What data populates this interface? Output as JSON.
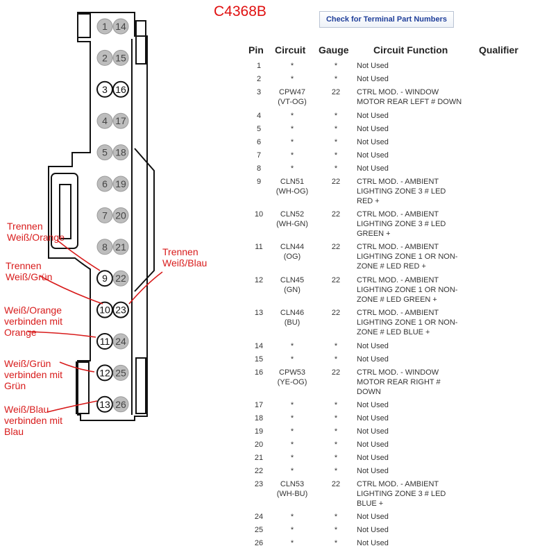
{
  "connector": {
    "id": "C4368B"
  },
  "button": {
    "label": "Check for Terminal Part Numbers"
  },
  "table": {
    "headers": [
      "Pin",
      "Circuit",
      "Gauge",
      "Circuit Function",
      "Qualifier"
    ],
    "rows": [
      {
        "pin": "1",
        "circuit": [
          "*"
        ],
        "gauge": "*",
        "function": [
          "Not Used"
        ]
      },
      {
        "pin": "2",
        "circuit": [
          "*"
        ],
        "gauge": "*",
        "function": [
          "Not Used"
        ]
      },
      {
        "pin": "3",
        "circuit": [
          "CPW47",
          "(VT-OG)"
        ],
        "gauge": "22",
        "function": [
          "CTRL MOD. - WINDOW",
          "MOTOR REAR LEFT # DOWN"
        ]
      },
      {
        "pin": "4",
        "circuit": [
          "*"
        ],
        "gauge": "*",
        "function": [
          "Not Used"
        ]
      },
      {
        "pin": "5",
        "circuit": [
          "*"
        ],
        "gauge": "*",
        "function": [
          "Not Used"
        ]
      },
      {
        "pin": "6",
        "circuit": [
          "*"
        ],
        "gauge": "*",
        "function": [
          "Not Used"
        ]
      },
      {
        "pin": "7",
        "circuit": [
          "*"
        ],
        "gauge": "*",
        "function": [
          "Not Used"
        ]
      },
      {
        "pin": "8",
        "circuit": [
          "*"
        ],
        "gauge": "*",
        "function": [
          "Not Used"
        ]
      },
      {
        "pin": "9",
        "circuit": [
          "CLN51",
          "(WH-OG)"
        ],
        "gauge": "22",
        "function": [
          "CTRL MOD. - AMBIENT",
          "LIGHTING ZONE 3 # LED",
          "RED +"
        ]
      },
      {
        "pin": "10",
        "circuit": [
          "CLN52",
          "(WH-GN)"
        ],
        "gauge": "22",
        "function": [
          "CTRL MOD. - AMBIENT",
          "LIGHTING ZONE 3 # LED",
          "GREEN +"
        ]
      },
      {
        "pin": "11",
        "circuit": [
          "CLN44",
          "(OG)"
        ],
        "gauge": "22",
        "function": [
          "CTRL MOD. - AMBIENT",
          "LIGHTING ZONE 1 OR NON-",
          "ZONE # LED RED +"
        ]
      },
      {
        "pin": "12",
        "circuit": [
          "CLN45",
          "(GN)"
        ],
        "gauge": "22",
        "function": [
          "CTRL MOD. - AMBIENT",
          "LIGHTING ZONE 1 OR NON-",
          "ZONE # LED GREEN +"
        ]
      },
      {
        "pin": "13",
        "circuit": [
          "CLN46",
          "(BU)"
        ],
        "gauge": "22",
        "function": [
          "CTRL MOD. - AMBIENT",
          "LIGHTING ZONE 1 OR NON-",
          "ZONE # LED BLUE +"
        ]
      },
      {
        "pin": "14",
        "circuit": [
          "*"
        ],
        "gauge": "*",
        "function": [
          "Not Used"
        ]
      },
      {
        "pin": "15",
        "circuit": [
          "*"
        ],
        "gauge": "*",
        "function": [
          "Not Used"
        ]
      },
      {
        "pin": "16",
        "circuit": [
          "CPW53",
          "(YE-OG)"
        ],
        "gauge": "22",
        "function": [
          "CTRL MOD. - WINDOW",
          "MOTOR REAR RIGHT #",
          "DOWN"
        ]
      },
      {
        "pin": "17",
        "circuit": [
          "*"
        ],
        "gauge": "*",
        "function": [
          "Not Used"
        ]
      },
      {
        "pin": "18",
        "circuit": [
          "*"
        ],
        "gauge": "*",
        "function": [
          "Not Used"
        ]
      },
      {
        "pin": "19",
        "circuit": [
          "*"
        ],
        "gauge": "*",
        "function": [
          "Not Used"
        ]
      },
      {
        "pin": "20",
        "circuit": [
          "*"
        ],
        "gauge": "*",
        "function": [
          "Not Used"
        ]
      },
      {
        "pin": "21",
        "circuit": [
          "*"
        ],
        "gauge": "*",
        "function": [
          "Not Used"
        ]
      },
      {
        "pin": "22",
        "circuit": [
          "*"
        ],
        "gauge": "*",
        "function": [
          "Not Used"
        ]
      },
      {
        "pin": "23",
        "circuit": [
          "CLN53",
          "(WH-BU)"
        ],
        "gauge": "22",
        "function": [
          "CTRL MOD. - AMBIENT",
          "LIGHTING ZONE 3 # LED",
          "BLUE +"
        ]
      },
      {
        "pin": "24",
        "circuit": [
          "*"
        ],
        "gauge": "*",
        "function": [
          "Not Used"
        ]
      },
      {
        "pin": "25",
        "circuit": [
          "*"
        ],
        "gauge": "*",
        "function": [
          "Not Used"
        ]
      },
      {
        "pin": "26",
        "circuit": [
          "*"
        ],
        "gauge": "*",
        "function": [
          "Not Used"
        ]
      }
    ]
  },
  "diagram": {
    "left_pins": [
      "1",
      "2",
      "3",
      "4",
      "5",
      "6",
      "7",
      "8",
      "9",
      "10",
      "11",
      "12",
      "13"
    ],
    "right_pins": [
      "14",
      "15",
      "16",
      "17",
      "18",
      "19",
      "20",
      "21",
      "22",
      "23",
      "24",
      "25",
      "26"
    ],
    "used_pins": [
      "3",
      "9",
      "10",
      "11",
      "12",
      "13",
      "16",
      "23"
    ],
    "colors": {
      "annotation": "#d81b1b",
      "pin_unused": "#bdbdbd",
      "outline": "#111111"
    }
  },
  "annotations": [
    {
      "id": "trennen-wo",
      "text": "Trennen\nWeiß/Orange"
    },
    {
      "id": "trennen-wg",
      "text": "Trennen\nWeiß/Grün"
    },
    {
      "id": "trennen-wb",
      "text": "Trennen\nWeiß/Blau"
    },
    {
      "id": "wo-orange",
      "text": "Weiß/Orange\nverbinden mit\nOrange"
    },
    {
      "id": "wg-gruen",
      "text": "Weiß/Grün\nverbinden mit\nGrün"
    },
    {
      "id": "wb-blau",
      "text": "Weiß/Blau\nverbinden mit\nBlau"
    }
  ]
}
